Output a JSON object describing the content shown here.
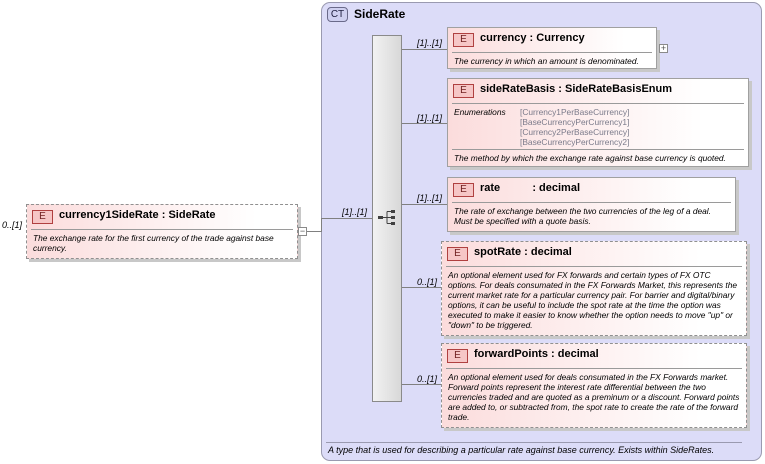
{
  "root": {
    "multiplicity": "0..[1]",
    "badge": "E",
    "name": "currency1SideRate",
    "separator": ":",
    "type": "SideRate",
    "doc": "The exchange rate for the first currency of the trade against base currency."
  },
  "complex_type": {
    "badge": "CT",
    "name": "SideRate",
    "doc": "A type that is used for describing a particular rate against base currency. Exists within SideRates.",
    "sequence_multiplicity": "[1]..[1]"
  },
  "elements": [
    {
      "multiplicity": "[1]..[1]",
      "badge": "E",
      "name": "currency",
      "type": "Currency",
      "doc": "The currency in which an amount is denominated."
    },
    {
      "multiplicity": "[1]..[1]",
      "badge": "E",
      "name": "sideRateBasis",
      "type": "SideRateBasisEnum",
      "enum_label": "Enumerations",
      "enumerations": [
        "[Currency1PerBaseCurrency]",
        "[BaseCurrencyPerCurrency1]",
        "[Currency2PerBaseCurrency]",
        "[BaseCurrencyPerCurrency2]"
      ],
      "doc": "The method by which the exchange rate against base currency is quoted."
    },
    {
      "multiplicity": "[1]..[1]",
      "badge": "E",
      "name": "rate",
      "type": "decimal",
      "doc": "The rate of exchange between the two currencies of the leg of a deal. Must be specified with a quote basis."
    },
    {
      "multiplicity": "0..[1]",
      "badge": "E",
      "name": "spotRate",
      "type": "decimal",
      "doc": "An optional element used for FX forwards and certain types of FX OTC options. For deals consumated in the FX Forwards Market, this represents the current market rate for a particular currency pair. For barrier and digital/binary options, it can be useful to include the spot rate at the time the option was executed to make it easier to know whether the option needs to move \"up\" or \"down\" to be triggered."
    },
    {
      "multiplicity": "0..[1]",
      "badge": "E",
      "name": "forwardPoints",
      "type": "decimal",
      "doc": "An optional element used for deals consumated in the FX Forwards market. Forward points represent the interest rate differential between the two currencies traded and are quoted as a preminum or a discount. Forward points are added to, or subtracted from, the spot rate to create the rate of the forward trade."
    }
  ],
  "icons": {
    "sequence": "sequence-icon",
    "expand": "plus-expander-icon",
    "collapse": "minus-collapser-icon"
  },
  "expander_glyphs": {
    "plus": "+",
    "minus": "−"
  }
}
